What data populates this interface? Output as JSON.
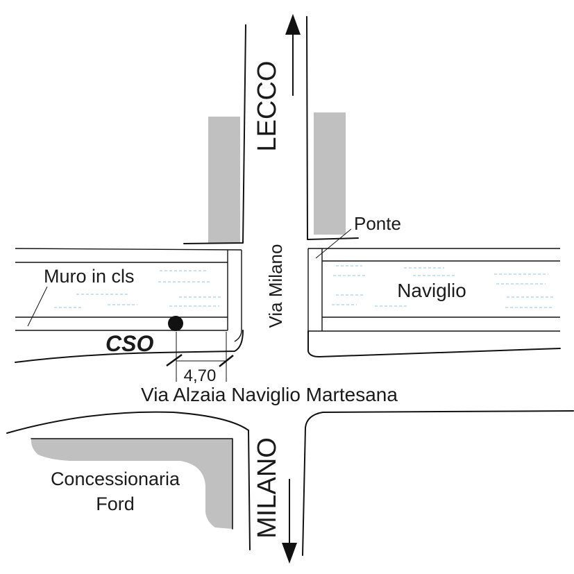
{
  "labels": {
    "north_direction": "LECCO",
    "south_direction": "MILANO",
    "main_road": "Via Milano",
    "cross_road": "Via Alzaia Naviglio Martesana",
    "canal": "Naviglio",
    "bridge": "Ponte",
    "wall": "Muro in cls",
    "station": "CSO",
    "distance": "4,70",
    "dealer_line1": "Concessionaria",
    "dealer_line2": "Ford"
  },
  "colors": {
    "line": "#111111",
    "building": "#c0c0c0",
    "water": "#8cc4dc"
  }
}
